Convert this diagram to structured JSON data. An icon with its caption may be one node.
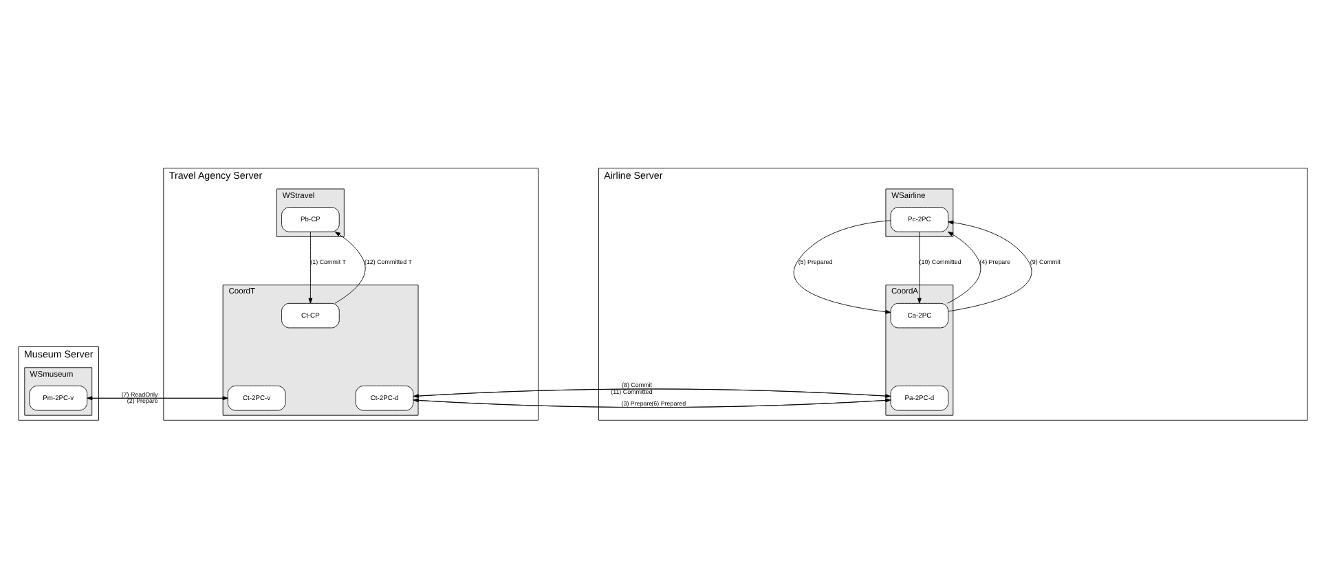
{
  "diagram": {
    "nodes": [
      {
        "text": [
          "Museum Server"
        ]
      },
      {
        "text": [
          "WSmuseum"
        ],
        "in": 0
      },
      {
        "text": [
          "Pm-2PC-v"
        ],
        "in": 1
      },
      {
        "text": [
          "Travel Agency Server"
        ]
      },
      {
        "text": [
          "WStravel"
        ],
        "in": 3
      },
      {
        "text": [
          "Pb-CP"
        ],
        "in": 4
      },
      {
        "text": [
          "CoordT"
        ],
        "in": 3
      },
      {
        "text": [
          "Ct-CP"
        ],
        "in": 6
      },
      {
        "text": [
          "Ct-2PC-v"
        ],
        "in": 6
      },
      {
        "text": [
          "Ct-2PC-d"
        ],
        "in": 6
      },
      {
        "text": [
          "Airline Server"
        ]
      },
      {
        "text": [
          "WSairline"
        ],
        "in": 10
      },
      {
        "text": [
          "Pc-2PC"
        ],
        "in": 11
      },
      {
        "text": [
          "CoordA"
        ],
        "in": 10
      },
      {
        "text": [
          "Ca-2PC"
        ],
        "in": 13
      },
      {
        "text": [
          "Pa-2PC-d"
        ],
        "in": 13
      }
    ],
    "edges": [
      {
        "from": 5,
        "to": 7,
        "arrow": "to",
        "label": "(1) Commit T"
      },
      {
        "from": 8,
        "to": 2,
        "arrow": "to",
        "label": "(2) Prepare"
      },
      {
        "from": 9,
        "to": 15,
        "arrow": "to",
        "label": "(3) Prepare"
      },
      {
        "from": 14,
        "to": 12,
        "arrow": "to",
        "label": "(4) Prepare"
      },
      {
        "from": 12,
        "to": 14,
        "arrow": "to",
        "label": "(5) Prepared"
      },
      {
        "from": 15,
        "to": 9,
        "arrow": "to",
        "label": "(6) Prepared"
      },
      {
        "from": 2,
        "to": 8,
        "arrow": "to",
        "label": "(7) ReadOnly"
      },
      {
        "from": 9,
        "to": 15,
        "arrow": "to",
        "label": "(8) Commit"
      },
      {
        "from": 14,
        "to": 12,
        "arrow": "to",
        "label": "(9) Commit"
      },
      {
        "from": 12,
        "to": 14,
        "arrow": "to",
        "label": "(10) Committed"
      },
      {
        "from": 15,
        "to": 9,
        "arrow": "to",
        "label": "(11) Committed"
      },
      {
        "from": 7,
        "to": 5,
        "arrow": "to",
        "label": "(12) Committed T"
      }
    ]
  }
}
